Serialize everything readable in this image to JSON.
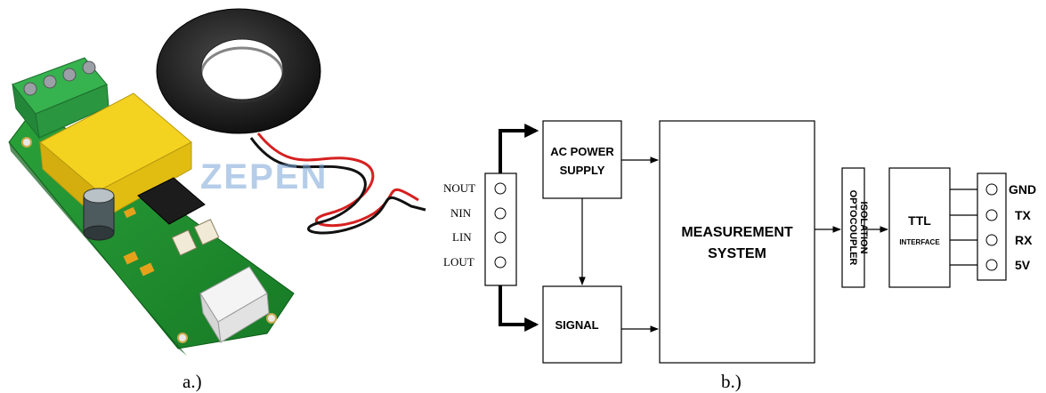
{
  "panel_a": {
    "caption": "a.)",
    "image_alt": "PZEM-004T power meter module photo with current transformer coil",
    "watermark": "ZEPEN",
    "colors": {
      "board": "#1e8a2c",
      "relay": "#f2d21b",
      "terminal": "#2fa84a",
      "coil": "#1a1a1a",
      "connector": "#f0f0f0"
    }
  },
  "panel_b": {
    "caption": "b.)",
    "input_terminals": [
      "NOUT",
      "NIN",
      "LIN",
      "LOUT"
    ],
    "blocks": {
      "ac_power_supply": [
        "AC POWER",
        "SUPPLY"
      ],
      "signal": "SIGNAL",
      "measurement": [
        "MEASUREMENT",
        "SYSTEM"
      ],
      "optocoupler": [
        "OPTOCOUPLER",
        "ISOLATION"
      ],
      "ttl_title": "TTL",
      "ttl_sub": "INTERFACE"
    },
    "output_terminals": [
      "GND",
      "TX",
      "RX",
      "5V"
    ]
  }
}
